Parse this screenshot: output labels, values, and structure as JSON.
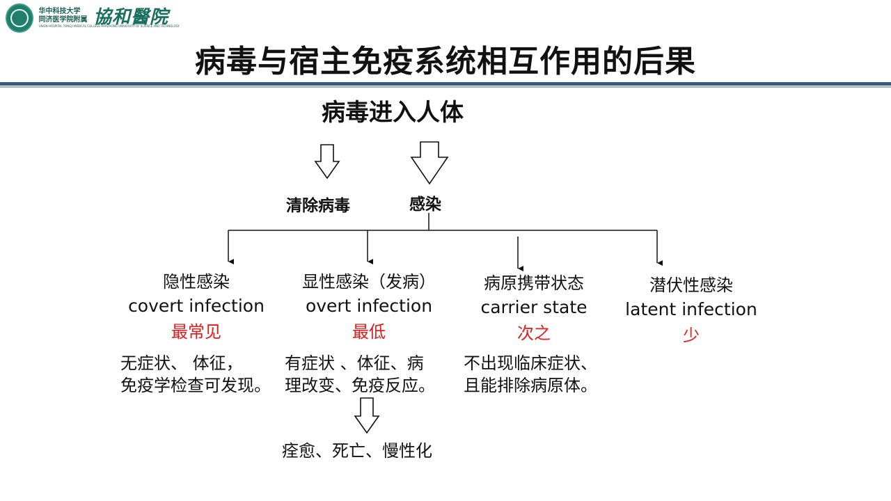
{
  "header": {
    "logo_line1": "华中科技大学",
    "logo_line2": "同济医学院附属",
    "logo_tiny": "UNION HOSPITAL TONGJI MEDICAL COLLEGE HUAZHONG UNIVERSITY OF SCIENCE AND TECHNOLOGY",
    "brand": "協和醫院",
    "title": "病毒与宿主免疫系统相互作用的后果"
  },
  "diagram": {
    "root": "病毒进入人体",
    "branch_clear": "清除病毒",
    "branch_infect": "感染",
    "outcomes": [
      {
        "cn": "隐性感染",
        "en": "covert infection",
        "freq": "最常见",
        "desc": [
          "无症状、 体征，",
          "免疫学检查可发现。"
        ]
      },
      {
        "cn": "显性感染（发病）",
        "en": "overt infection",
        "freq": "最低",
        "desc": [
          "有症状 、体征、病",
          "理改变、免疫反应。"
        ]
      },
      {
        "cn": "病原携带状态",
        "en": "carrier state",
        "freq": "次之",
        "desc": [
          "不出现临床症状、",
          "且能排除病原体。"
        ]
      },
      {
        "cn": "潜伏性感染",
        "en": "latent  infection",
        "freq": "少",
        "desc": []
      }
    ],
    "final_outcome": "痊愈、死亡、慢性化"
  },
  "colors": {
    "accent_red": "#e01b1b",
    "rule_blue": "#3a5a86",
    "brand_green": "#1a6f5c"
  }
}
